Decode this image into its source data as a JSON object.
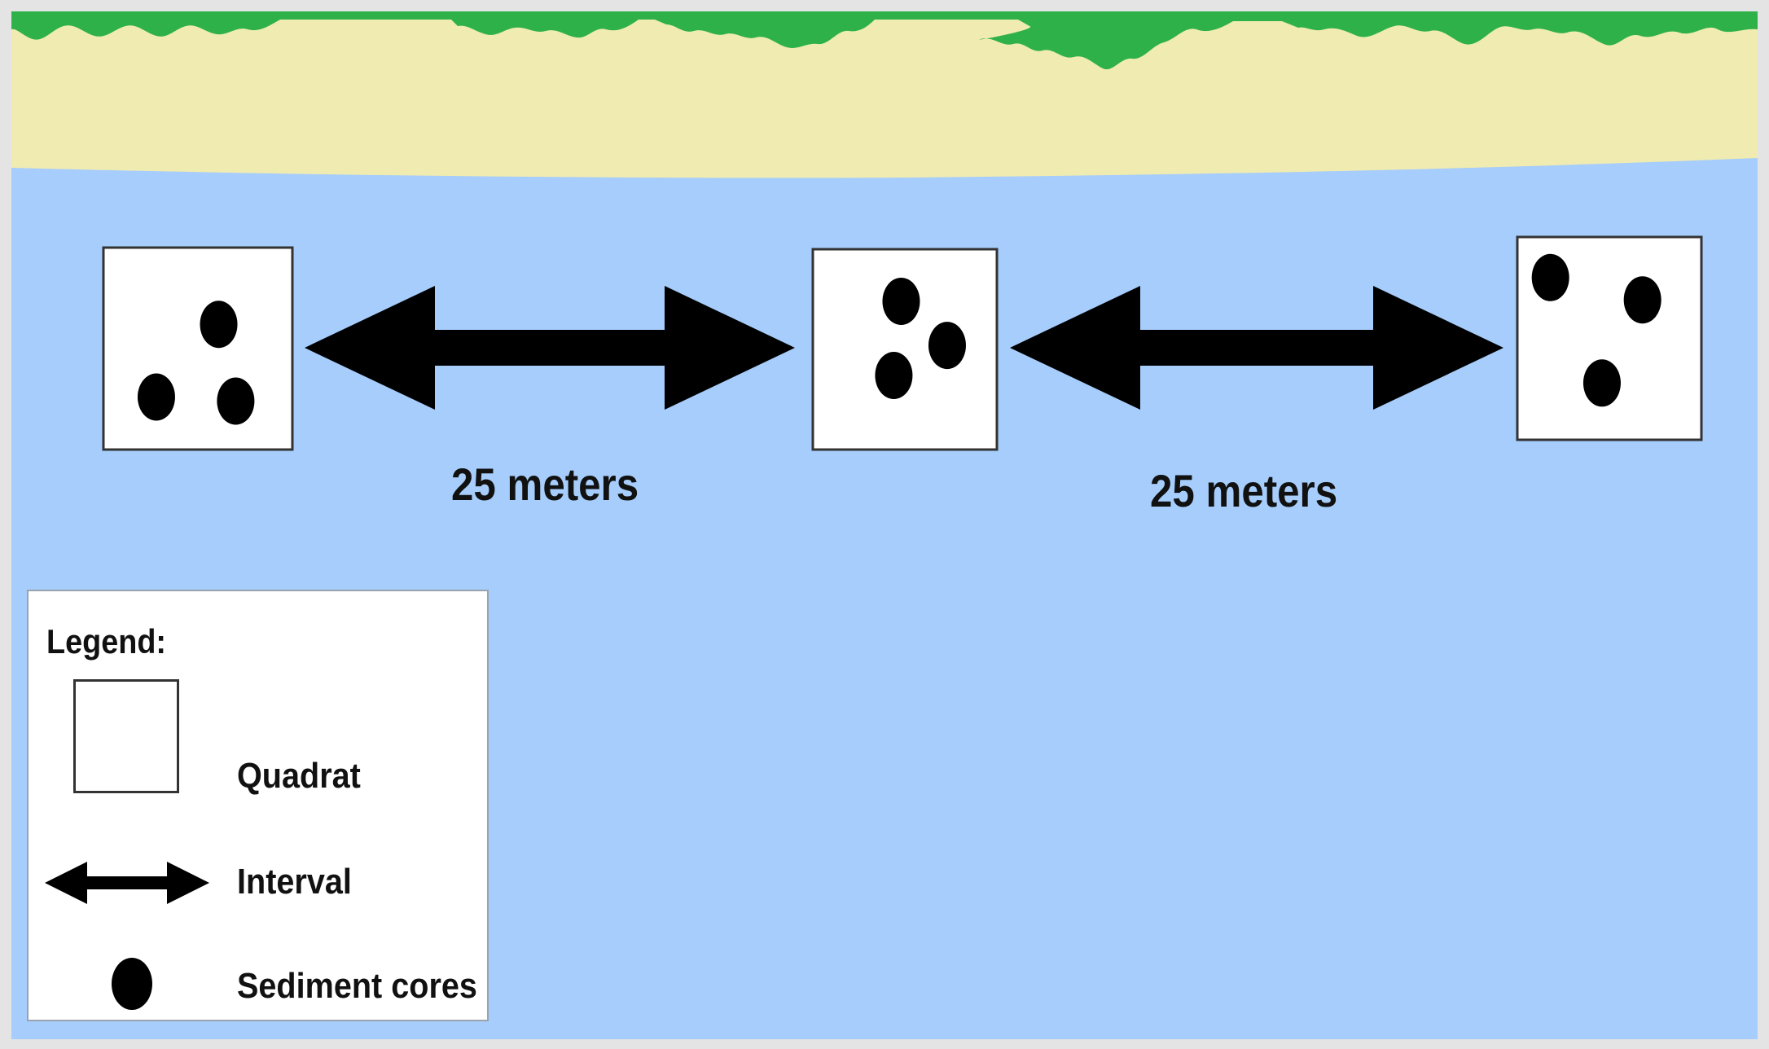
{
  "intervals": [
    {
      "distance_label": "25 meters"
    },
    {
      "distance_label": "25 meters"
    }
  ],
  "quadrats": [
    {
      "sediment_cores": 3
    },
    {
      "sediment_cores": 3
    },
    {
      "sediment_cores": 3
    }
  ],
  "legend": {
    "title": "Legend:",
    "items": [
      {
        "symbol": "square",
        "label": "Quadrat"
      },
      {
        "symbol": "double-arrow",
        "label": "Interval"
      },
      {
        "symbol": "filled-circle",
        "label": "Sediment cores"
      }
    ]
  },
  "colors": {
    "water": "#a6cdfb",
    "sand": "#f0ebb1",
    "vegetation": "#2fb14a",
    "quadrat_fill": "#ffffff",
    "marks": "#000000",
    "outer_background": "#e4e4e4"
  }
}
